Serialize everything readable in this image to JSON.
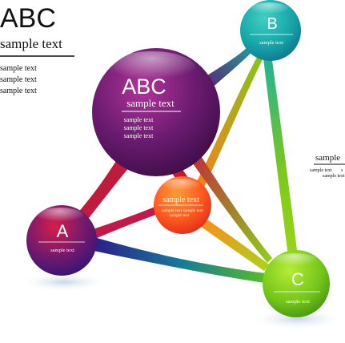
{
  "header": {
    "title": "ABC",
    "subtitle": "sample text",
    "lines": [
      "sample text",
      "sample text",
      "sample text"
    ]
  },
  "nodes": {
    "main": {
      "title": "ABC",
      "subtitle": "sample text",
      "lines": [
        "sample text",
        "sample text",
        "sample text"
      ],
      "color": "#5b1a6b"
    },
    "center": {
      "title": "sample text",
      "lines": [
        "sample text  sample text",
        "sample text"
      ],
      "color": "#ff6a1a"
    },
    "a": {
      "letter": "A",
      "label": "sample text",
      "color": "#3a1a8c"
    },
    "b": {
      "letter": "B",
      "label": "sample text",
      "color": "#1ab0b0"
    },
    "c": {
      "letter": "C",
      "label": "sample text",
      "color": "#7fd21a"
    }
  },
  "side_note": {
    "title": "sample",
    "line1": "sample text",
    "line1b": "s",
    "line2": "sample text"
  }
}
